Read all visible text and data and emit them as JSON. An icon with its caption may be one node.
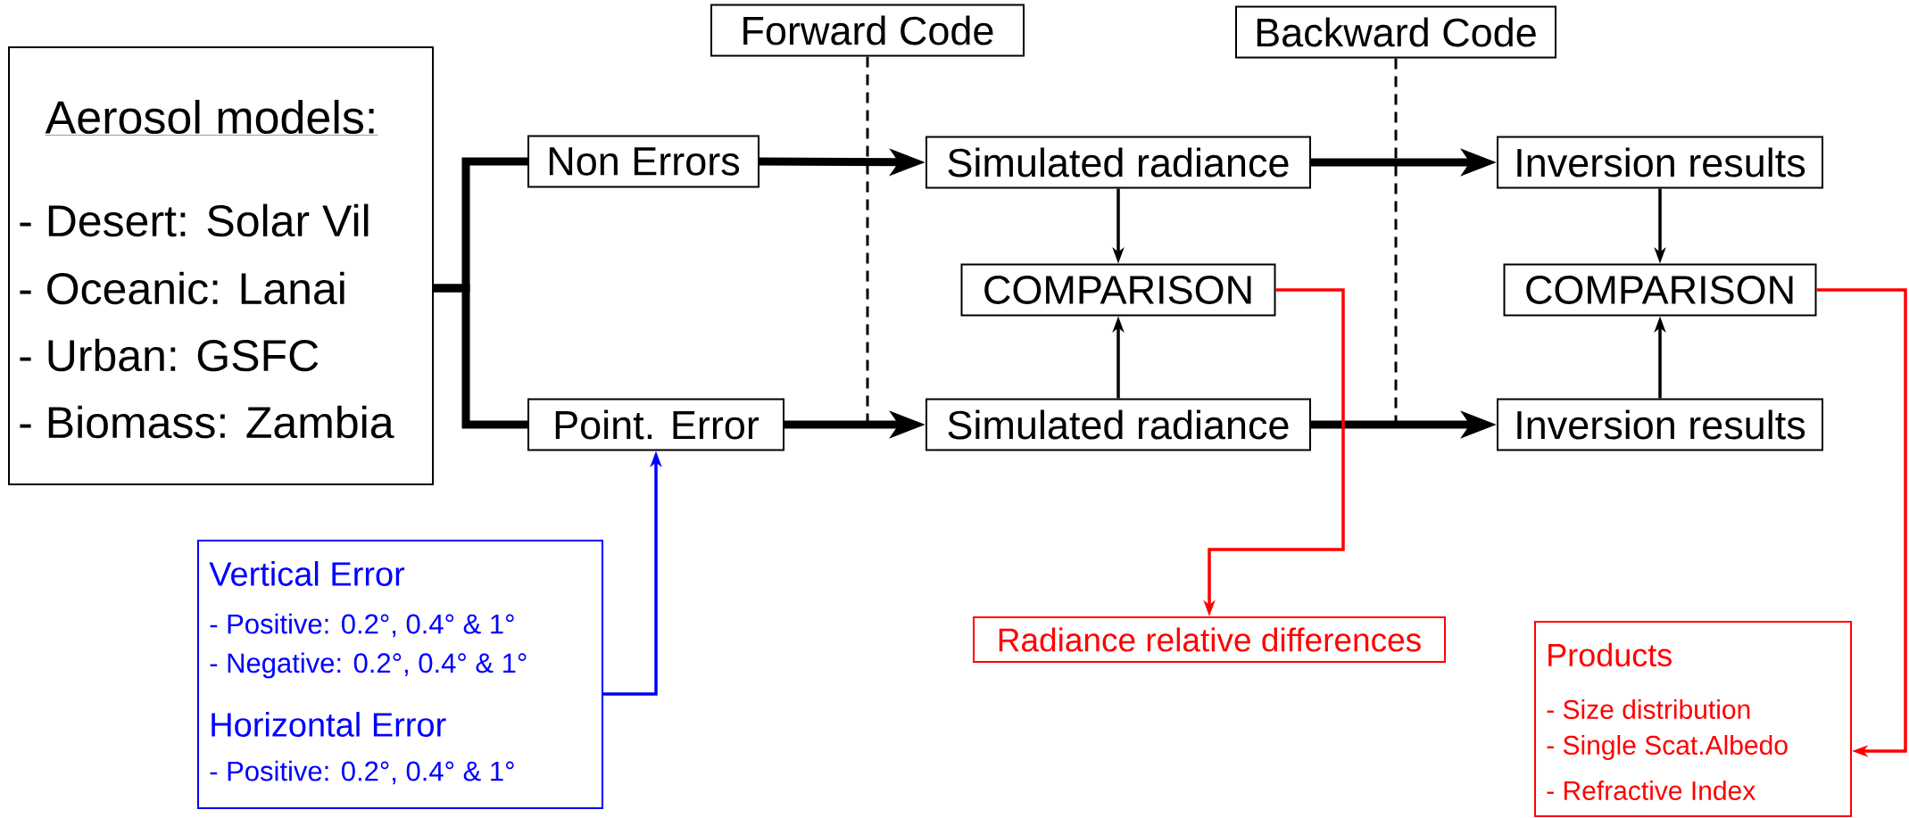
{
  "diagram": {
    "nodes": [
      {
        "text": [
          "Aerosol models:",
          "- Desert: Solar Vil",
          "- Oceanic: Lanai",
          "- Urban: GSFC",
          "- Biomass: Zambia"
        ]
      },
      {
        "text": [
          "Forward Code"
        ]
      },
      {
        "text": [
          "Backward Code"
        ]
      },
      {
        "text": [
          "Non Errors"
        ]
      },
      {
        "text": [
          "Point. Error"
        ]
      },
      {
        "text": [
          "Simulated radiance"
        ]
      },
      {
        "text": [
          "COMPARISON"
        ]
      },
      {
        "text": [
          "Simulated radiance"
        ]
      },
      {
        "text": [
          "Inversion results"
        ]
      },
      {
        "text": [
          "COMPARISON"
        ]
      },
      {
        "text": [
          "Inversion results"
        ]
      },
      {
        "text": [
          "Vertical Error",
          "- Positive: 0.2°, 0.4° & 1°",
          "- Negative: 0.2°, 0.4° & 1°",
          "Horizontal Error",
          "- Positive: 0.2°, 0.4° & 1°"
        ]
      },
      {
        "text": [
          "Radiance relative differences"
        ]
      },
      {
        "text": [
          "Products",
          "- Size distribution",
          "- Single Scat.Albedo",
          "- Refractive Index"
        ]
      }
    ],
    "edges": [
      {
        "from": 0,
        "to": 3,
        "arrow": "none",
        "style": "thick"
      },
      {
        "from": 0,
        "to": 4,
        "arrow": "none",
        "style": "thick"
      },
      {
        "from": 3,
        "to": 5,
        "arrow": "to",
        "style": "thick"
      },
      {
        "from": 4,
        "to": 7,
        "arrow": "to",
        "style": "thick"
      },
      {
        "from": 5,
        "to": 8,
        "arrow": "to",
        "style": "thick"
      },
      {
        "from": 7,
        "to": 10,
        "arrow": "to",
        "style": "thick"
      },
      {
        "from": 5,
        "to": 6,
        "arrow": "to"
      },
      {
        "from": 7,
        "to": 6,
        "arrow": "to"
      },
      {
        "from": 8,
        "to": 9,
        "arrow": "to"
      },
      {
        "from": 10,
        "to": 9,
        "arrow": "to"
      },
      {
        "from": 6,
        "to": 12,
        "arrow": "to",
        "color": "#ff0000"
      },
      {
        "from": 9,
        "to": 13,
        "arrow": "to",
        "color": "#ff0000"
      },
      {
        "from": 11,
        "to": 4,
        "arrow": "to",
        "color": "#0000ff"
      },
      {
        "from": 1,
        "to": null,
        "arrow": "none",
        "style": "dashed"
      },
      {
        "from": 2,
        "to": null,
        "arrow": "none",
        "style": "dashed"
      }
    ]
  }
}
